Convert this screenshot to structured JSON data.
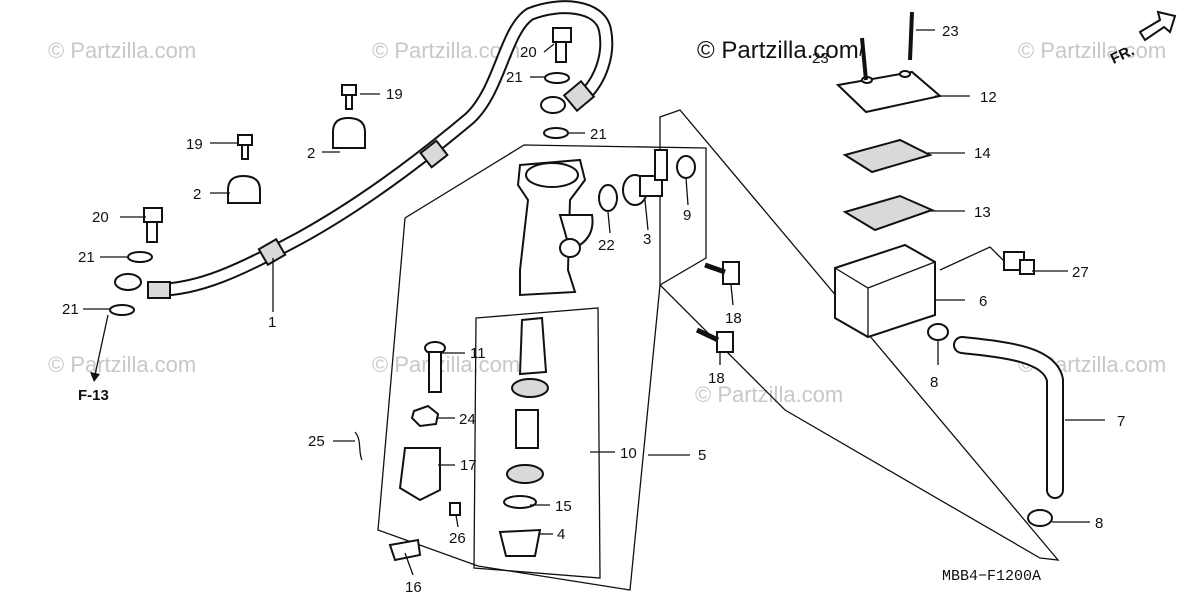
{
  "watermark": {
    "text": "© Partzilla.com",
    "main_text": "© Partzilla.com"
  },
  "diagram_code": "MBB4−F1200A",
  "direction_label": "FR.",
  "reference_label": "F-13",
  "callouts": [
    "1",
    "2",
    "2",
    "3",
    "4",
    "5",
    "6",
    "7",
    "8",
    "8",
    "9",
    "10",
    "11",
    "12",
    "13",
    "14",
    "15",
    "16",
    "17",
    "18",
    "18",
    "19",
    "19",
    "20",
    "20",
    "21",
    "21",
    "21",
    "21",
    "22",
    "23",
    "23",
    "24",
    "25",
    "26",
    "27"
  ]
}
